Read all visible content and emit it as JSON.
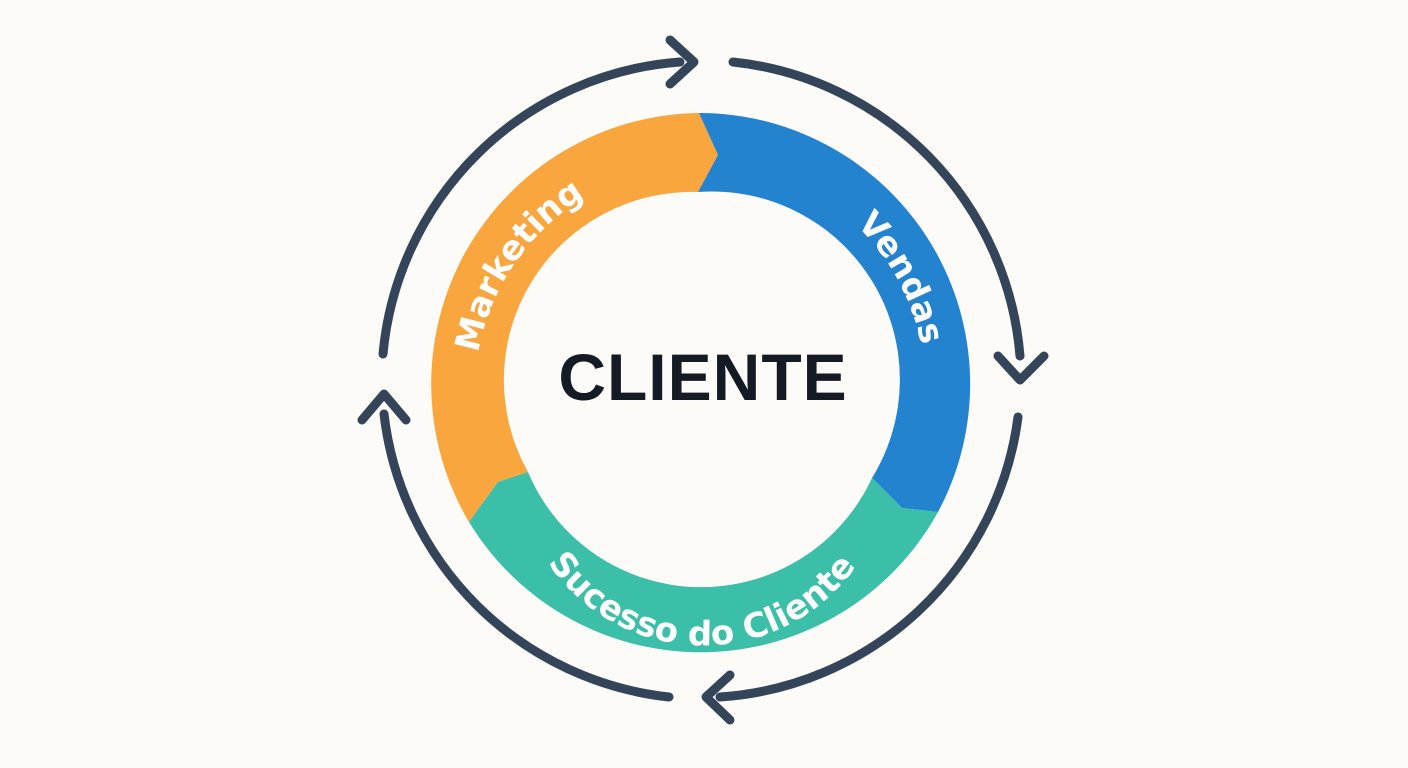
{
  "center": {
    "label": "CLIENTE"
  },
  "segments": [
    {
      "id": "marketing",
      "label": "Marketing",
      "color": "#f8a63d"
    },
    {
      "id": "vendas",
      "label": "Vendas",
      "color": "#2383cf"
    },
    {
      "id": "sucesso",
      "label": "Sucesso do Cliente",
      "color": "#3bbfa8"
    }
  ],
  "cycle_arrows": {
    "color": "#34455a",
    "direction": "clockwise"
  }
}
